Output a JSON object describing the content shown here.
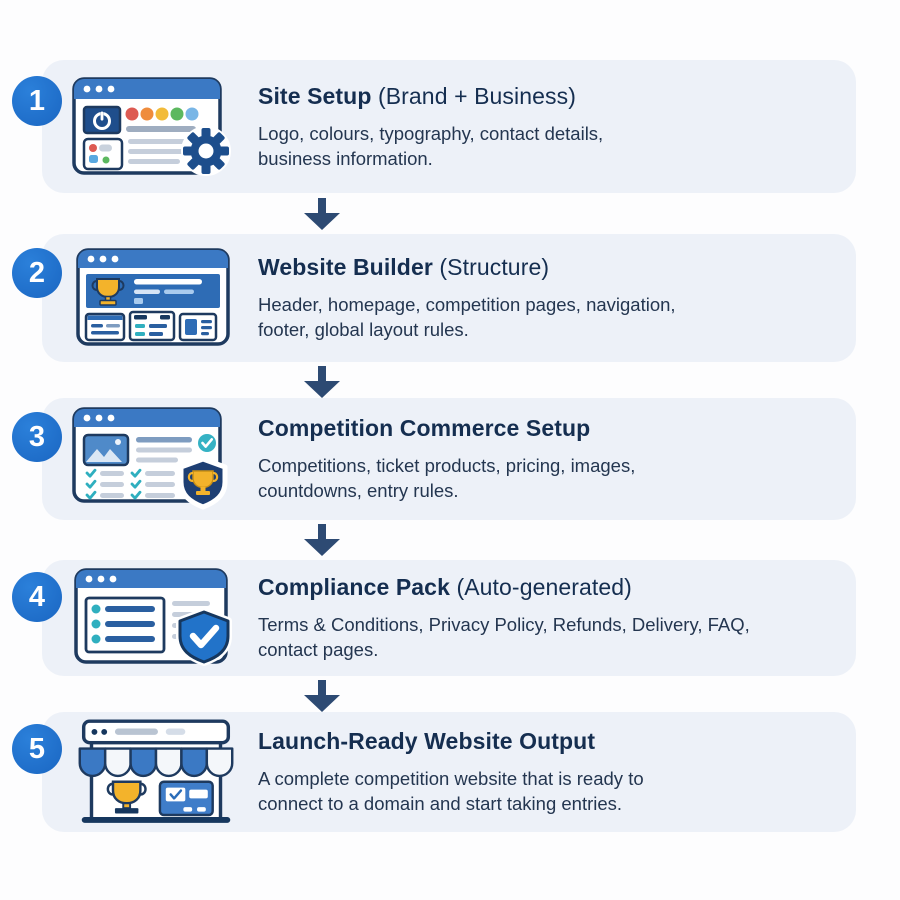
{
  "diagram": {
    "name": "competition-website-build-process",
    "step_count": 5
  },
  "palette": {
    "card_background": "#edf1f8",
    "badge_blue": "#1e70cd",
    "title_navy": "#152e50",
    "description_navy": "#243650",
    "arrow_slate": "#2d4a73",
    "icon_outline_navy": "#1e3a5f",
    "browser_header_blue": "#3b79c4",
    "accent_gold": "#f3b32b",
    "accent_teal": "#2fafbf"
  },
  "steps": [
    {
      "number": "1",
      "title_bold": "Site Setup",
      "title_rest": " (Brand + Business)",
      "desc_line1": "Logo, colours, typography, contact details,",
      "desc_line2": "business information.",
      "icon": "site-setup-browser-gear-icon"
    },
    {
      "number": "2",
      "title_bold": "Website Builder",
      "title_rest": " (Structure)",
      "desc_line1": "Header, homepage, competition pages, navigation,",
      "desc_line2": "footer, global layout rules.",
      "icon": "website-builder-layout-icon"
    },
    {
      "number": "3",
      "title_bold": "Competition Commerce Setup",
      "title_rest": "",
      "desc_line1": "Competitions, ticket products, pricing, images,",
      "desc_line2": "countdowns, entry rules.",
      "icon": "commerce-checklist-trophy-shield-icon"
    },
    {
      "number": "4",
      "title_bold": "Compliance Pack",
      "title_rest": " (Auto-generated)",
      "desc_line1": "Terms & Conditions, Privacy Policy, Refunds, Delivery, FAQ,",
      "desc_line2": "contact pages.",
      "icon": "compliance-shield-check-icon"
    },
    {
      "number": "5",
      "title_bold": "Launch-Ready Website Output",
      "title_rest": "",
      "desc_line1": "A complete competition website that is ready to",
      "desc_line2": "connect to a domain and start taking entries.",
      "icon": "launch-storefront-icon"
    }
  ]
}
